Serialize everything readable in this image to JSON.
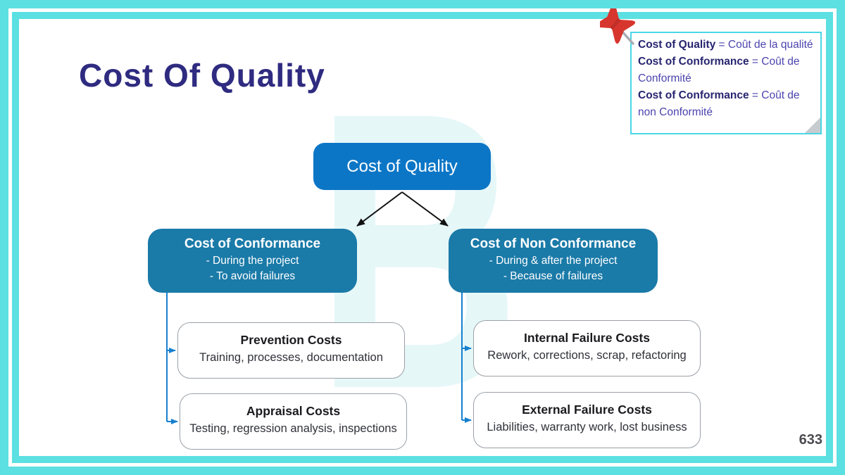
{
  "slide": {
    "title": "Cost Of Quality",
    "page_number": "633",
    "watermark_letter": "B"
  },
  "note": {
    "lines": [
      {
        "term": "Cost of Quality",
        "rest": "  = Coût de la qualité"
      },
      {
        "term": "Cost of Conformance",
        "rest": " = Coût de Conformité"
      },
      {
        "term": "Cost of Conformance",
        "rest": " = Coût de non Conformité"
      }
    ]
  },
  "diagram": {
    "root_label": "Cost of Quality",
    "conformance": {
      "title": "Cost of Conformance",
      "point1": "- During the project",
      "point2": "- To avoid failures"
    },
    "non_conformance": {
      "title": "Cost of Non Conformance",
      "point1": "- During & after the project",
      "point2": "- Because of failures"
    },
    "prevention": {
      "title": "Prevention Costs",
      "desc": "Training, processes, documentation"
    },
    "appraisal": {
      "title": "Appraisal Costs",
      "desc": "Testing, regression analysis, inspections"
    },
    "internal_failure": {
      "title": "Internal Failure Costs",
      "desc": "Rework, corrections, scrap, refactoring"
    },
    "external_failure": {
      "title": "External Failure Costs",
      "desc": "Liabilities, warranty work, lost business"
    }
  },
  "colors": {
    "frame_cyan": "#5CE0E2",
    "root_box_blue": "#0C76C6",
    "branch_box_teal": "#1A7AA8",
    "connector_blue": "#1680CE",
    "arrow_black": "#111111",
    "title_navy": "#2F2B80",
    "note_term_navy": "#26246F",
    "note_text_purple": "#4B44AE",
    "note_border_cyan": "#4AD7E6",
    "pin_red": "#D7362E",
    "watermark_cyan": "#E6F7F8"
  }
}
